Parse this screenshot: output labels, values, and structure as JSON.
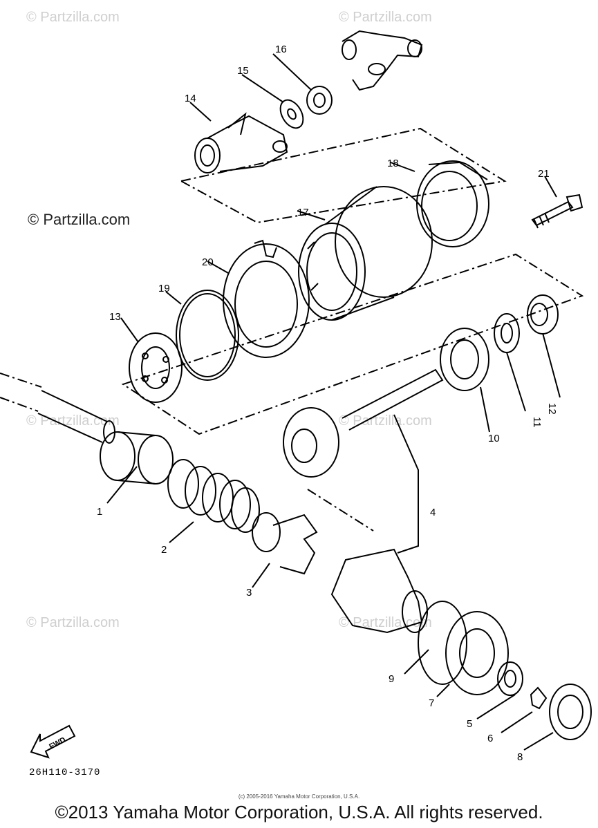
{
  "watermarks": [
    "© Partzilla.com",
    "© Partzilla.com",
    "© Partzilla.com",
    "© Partzilla.com",
    "© Partzilla.com",
    "© Partzilla.com",
    "© Partzilla.com"
  ],
  "part_labels": [
    "1",
    "2",
    "3",
    "4",
    "5",
    "6",
    "7",
    "8",
    "9",
    "10",
    "11",
    "12",
    "13",
    "14",
    "15",
    "16",
    "17",
    "18",
    "19",
    "20",
    "21"
  ],
  "fwd_label": "FWD",
  "diagram_code": "26H110-3170",
  "small_copyright": "(c) 2005-2016 Yamaha Motor Corporation, U.S.A.",
  "footer_copyright": "©2013 Yamaha Motor Corporation, U.S.A. All rights reserved."
}
